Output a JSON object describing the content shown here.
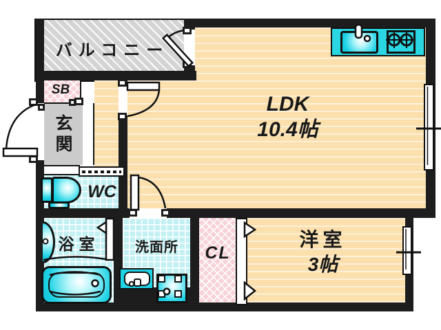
{
  "rooms": {
    "balcony": {
      "label": "バルコニー"
    },
    "ldk": {
      "label": "LDK",
      "size": "10.4帖"
    },
    "entrance": {
      "label": "玄関"
    },
    "shoebox": {
      "label": "SB"
    },
    "wc": {
      "label": "WC"
    },
    "bathroom": {
      "label": "浴室"
    },
    "washroom": {
      "label": "洗面所"
    },
    "closet": {
      "label": "CL"
    },
    "western_room": {
      "label": "洋室",
      "size": "3帖"
    }
  },
  "colors": {
    "wall": "#1d1d1d",
    "flooring": "#FBDFAC",
    "flooring_stripe": "#FDF0D8",
    "tile": "#C2F0F3",
    "fixture_teal": "#1ED3E6",
    "kitchen_counter": "#29D6E2",
    "pink_hatch": "#F7D2D9",
    "balcony_gray": "#D4D4D4",
    "entrance_gray": "#CBCBCB",
    "text": "#191919"
  }
}
